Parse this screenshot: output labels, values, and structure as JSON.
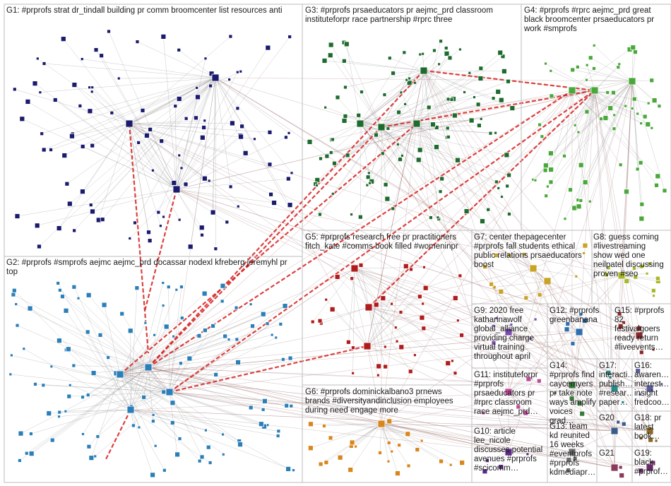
{
  "title": "",
  "groups": [
    {
      "id": "G1",
      "label": "G1: #prprofs strat dr_tindall building pr comm broomcenter list resources anti",
      "color": "#1a1a6e"
    },
    {
      "id": "G2",
      "label": "G2: #prprofs #smprofs aejmc aejmc_prd docassar nodexl kfreberg jeremyhl pr\ntop",
      "color": "#2b7fb8"
    },
    {
      "id": "G3",
      "label": "G3: #prprofs prsaeducators pr aejmc_prd classroom\ninstituteforpr race partnership #rprc three",
      "color": "#1e6b2e"
    },
    {
      "id": "G4",
      "label": "G4: #prprofs #rprc aejmc_prd great\nblack broomcenter prsaeducators pr\nwork #smprofs",
      "color": "#4aa83a"
    },
    {
      "id": "G5",
      "label": "G5: #prprofs research free pr practitioners\nfitch_kate #comms book filled #womeninpr",
      "color": "#b01c1c"
    },
    {
      "id": "G6",
      "label": "G6: #prprofs dominickalbano3 prnews\nbrands #diversityandinclusion employees\nduring need engage more",
      "color": "#d9861c"
    },
    {
      "id": "G7",
      "label": "G7: center thepagecenter\n#prprofs fall students ethical\npublic relations prsaeducators\nboost",
      "color": "#c9a227"
    },
    {
      "id": "G8",
      "label": "G8: guess coming\n#livestreaming\nshow wed one\nneilpatel discussing\nproven #seo",
      "color": "#a8b82a"
    },
    {
      "id": "G9",
      "label": "G9: 2020 free\nkatharinawolf\nglobal_alliance\nproviding charge\nvirtual training\nthroughout april",
      "color": "#7a4bb0"
    },
    {
      "id": "G10",
      "label": "G10: article\nlee_nicole\ndiscusses potential\navenues #prprofs\n#scicomm…",
      "color": "#5b2a86"
    },
    {
      "id": "G11",
      "label": "G11: instituteforpr\n#prprofs\nprsaeducators pr\n#rprc classroom\nrace aejmc_prd…",
      "color": "#c04a9a"
    },
    {
      "id": "G12",
      "label": "G12: #prprofs\ngreenbanana",
      "color": "#2f6fb0"
    },
    {
      "id": "G13",
      "label": "G13: team\nkd reunited\n16 weeks\n#eventprofs\n#prprofs\nkdmediapr…",
      "color": "#6a6a6a"
    },
    {
      "id": "G14",
      "label": "G14: #prprofs find\ncaycemyers\npr take note\nways amplify\nvoices grad…",
      "color": "#3a7a3a"
    },
    {
      "id": "G15",
      "label": "G15: #prprofs\n82\nfestivalgoers\nready return\n#liveevents…",
      "color": "#8a2a2a"
    },
    {
      "id": "G16",
      "label": "G16:\nawaren…\ninterest…\ninsight\nfredcoo…",
      "color": "#5a5a9a"
    },
    {
      "id": "G17",
      "label": "G17:\ninteracti…\npublish…\n#resear…\npaper…",
      "color": "#2a8a8a"
    },
    {
      "id": "G18",
      "label": "G18: pr\nlatest\nbook…",
      "color": "#8a6a2a"
    },
    {
      "id": "G19",
      "label": "G19:\nblack\n#prprof…",
      "color": "#6a2a6a"
    },
    {
      "id": "G20",
      "label": "G20",
      "color": "#3a5a8a"
    },
    {
      "id": "G21",
      "label": "G21",
      "color": "#8a3a5a"
    }
  ]
}
